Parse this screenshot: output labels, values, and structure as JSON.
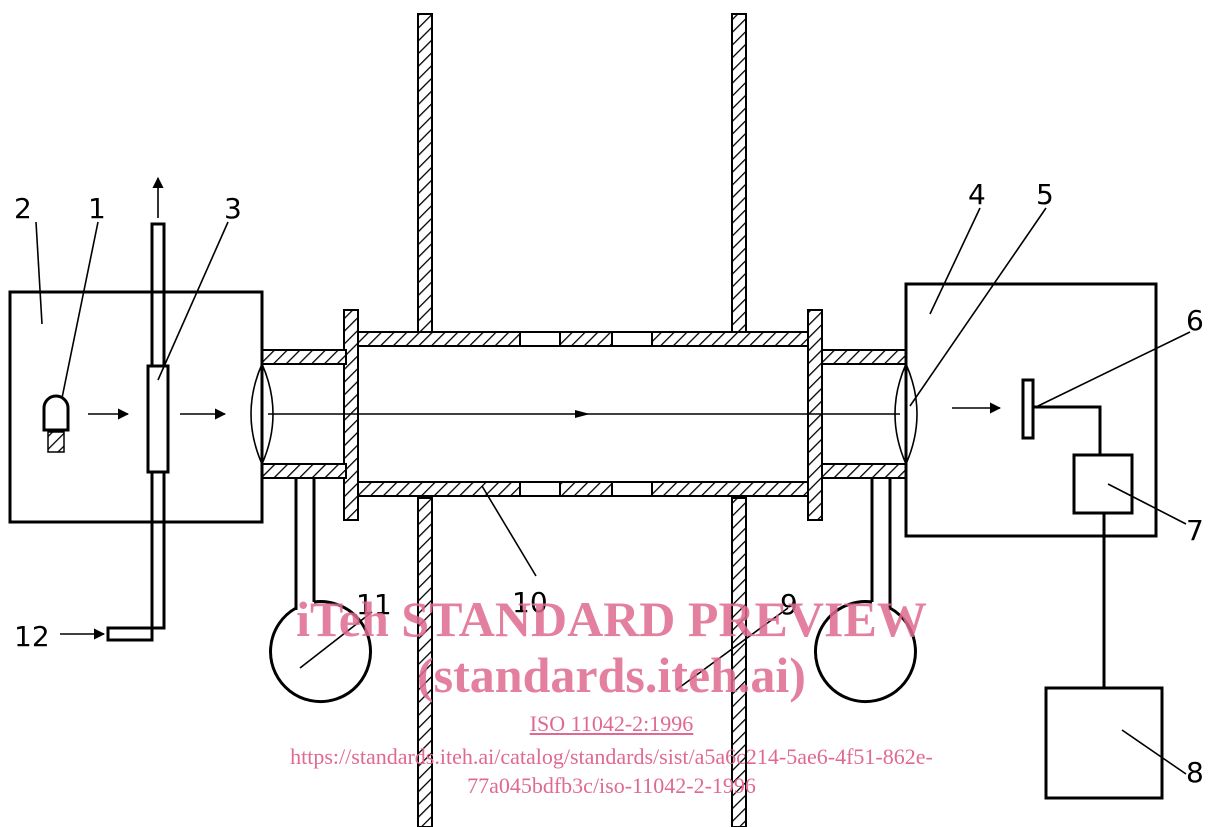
{
  "labels": {
    "l1": "1",
    "l2": "2",
    "l3": "3",
    "l4": "4",
    "l5": "5",
    "l6": "6",
    "l7": "7",
    "l8": "8",
    "l9": "9",
    "l10": "10",
    "l11": "11",
    "l12": "12"
  },
  "watermark": {
    "title": "iTeh STANDARD PREVIEW",
    "site": "(standards.iteh.ai)",
    "code": "ISO 11042-2:1996",
    "url_line1": "https://standards.iteh.ai/catalog/standards/sist/a5a6c214-5ae6-4f51-862e-",
    "url_line2": "77a045bdfb3c/iso-11042-2-1996"
  },
  "colors": {
    "line": "#000000",
    "watermark": "#e06a8f"
  }
}
